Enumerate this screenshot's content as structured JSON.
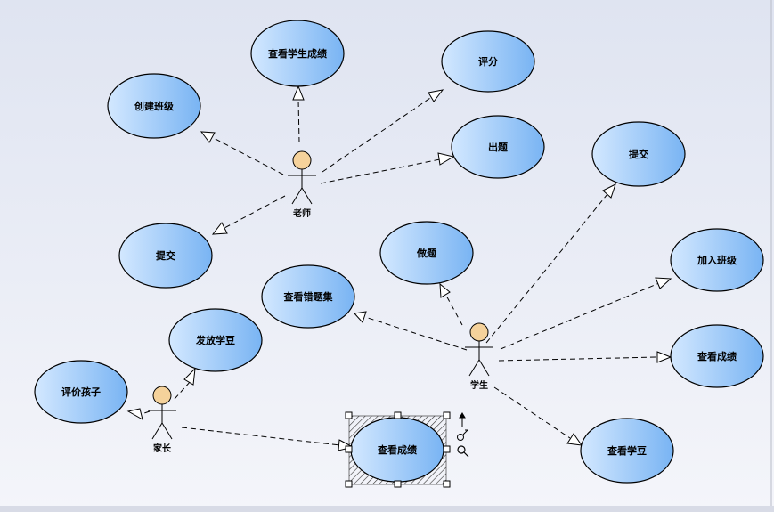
{
  "actors": {
    "teacher": "老师",
    "student": "学生",
    "parent": "家长"
  },
  "usecases": {
    "view_student_grades": "查看学生成绩",
    "grade": "评分",
    "create_class": "创建班级",
    "set_questions": "出题",
    "teacher_submit": "提交",
    "student_submit": "提交",
    "do_questions": "做题",
    "join_class": "加入班级",
    "view_wrong_questions": "查看错题集",
    "student_view_grades": "查看成绩",
    "give_beans": "发放学豆",
    "evaluate_child": "评价孩子",
    "view_beans": "查看学豆",
    "parent_view_grades": "查看成绩"
  },
  "colors": {
    "background_top": "#dfe4f1",
    "background_bottom": "#f4f5fa",
    "usecase_light": "#cfe6ff",
    "usecase_dark": "#7fb8f5",
    "actor_head": "#f5d29b",
    "stroke": "#000000"
  }
}
